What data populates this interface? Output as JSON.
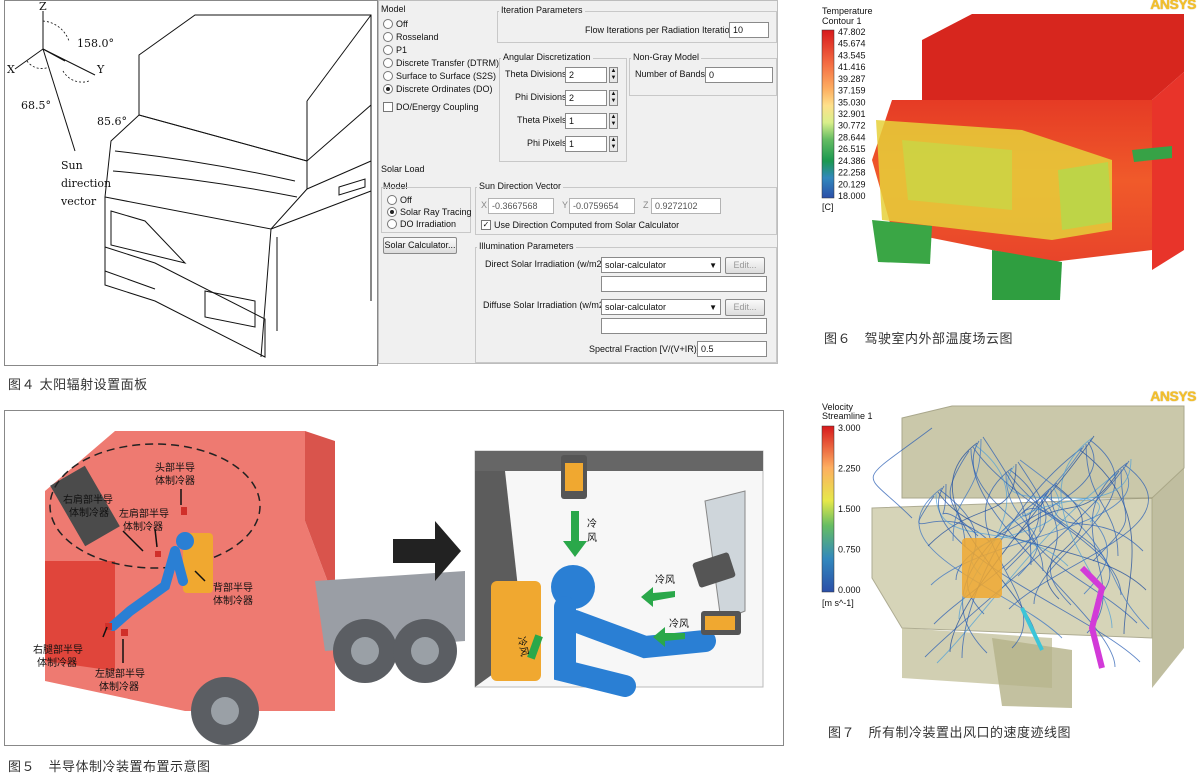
{
  "fig4": {
    "caption": "图４ 太阳辐射设置面板",
    "drawing": {
      "axis_z": "Z",
      "axis_x": "X",
      "axis_y": "Y",
      "angle_1": "158.0°",
      "angle_2": "68.5°",
      "angle_3": "85.6°",
      "sun_label_1": "Sun",
      "sun_label_2": "direction",
      "sun_label_3": "vector"
    },
    "panel": {
      "model_title": "Model",
      "model_options": [
        "Off",
        "Rosseland",
        "P1",
        "Discrete Transfer (DTRM)",
        "Surface to Surface (S2S)",
        "Discrete Ordinates (DO)"
      ],
      "model_selected": 5,
      "do_energy_coupling": "DO/Energy Coupling",
      "iteration_title": "Iteration Parameters",
      "flow_iterations_label": "Flow Iterations per Radiation Iteration",
      "flow_iterations_value": "10",
      "angular_title": "Angular Discretization",
      "theta_divisions_label": "Theta Divisions",
      "theta_divisions_value": "2",
      "phi_divisions_label": "Phi Divisions",
      "phi_divisions_value": "2",
      "theta_pixels_label": "Theta Pixels",
      "theta_pixels_value": "1",
      "phi_pixels_label": "Phi Pixels",
      "phi_pixels_value": "1",
      "nongray_title": "Non-Gray Model",
      "number_of_bands_label": "Number of Bands",
      "number_of_bands_value": "0",
      "solar_load_title": "Solar Load",
      "solar_model_title": "Model",
      "solar_options": [
        "Off",
        "Solar Ray Tracing",
        "DO Irradiation"
      ],
      "solar_selected": 1,
      "solar_calculator_button": "Solar Calculator...",
      "sun_dir_title": "Sun Direction Vector",
      "sun_x_label": "X",
      "sun_x_value": "-0.3667568",
      "sun_y_label": "Y",
      "sun_y_value": "-0.0759654",
      "sun_z_label": "Z",
      "sun_z_value": "0.9272102",
      "use_direction_label": "Use Direction Computed from Solar Calculator",
      "illumination_title": "Illumination Parameters",
      "direct_label": "Direct Solar Irradiation (w/m2)",
      "direct_value": "solar-calculator",
      "diffuse_label": "Diffuse Solar Irradiation (w/m2)",
      "diffuse_value": "solar-calculator",
      "edit_button": "Edit...",
      "spectral_label": "Spectral Fraction [V/(V+IR)]",
      "spectral_value": "0.5"
    }
  },
  "fig5": {
    "caption": "图５　半导体制冷装置布置示意图",
    "labels": {
      "head_1": "头部半导",
      "head_2": "体制冷器",
      "rshoulder_1": "右肩部半导",
      "rshoulder_2": "体制冷器",
      "lshoulder_1": "左肩部半导",
      "lshoulder_2": "体制冷器",
      "back_1": "背部半导",
      "back_2": "体制冷器",
      "rleg_1": "右腿部半导",
      "rleg_2": "体制冷器",
      "lleg_1": "左腿部半导",
      "lleg_2": "体制冷器",
      "cold_air_a": "冷",
      "cold_air_b": "风",
      "cold_air_full": "冷风"
    }
  },
  "fig6": {
    "caption": "图６　驾驶室内外部温度场云图",
    "logo": "ANSYS",
    "legend_title_1": "Temperature",
    "legend_title_2": "Contour 1",
    "unit": "[C]",
    "ticks": [
      "47.802",
      "45.674",
      "43.545",
      "41.416",
      "39.287",
      "37.159",
      "35.030",
      "32.901",
      "30.772",
      "28.644",
      "26.515",
      "24.386",
      "22.258",
      "20.129",
      "18.000"
    ]
  },
  "fig7": {
    "caption": "图７　所有制冷装置出风口的速度迹线图",
    "logo": "ANSYS",
    "legend_title_1": "Velocity",
    "legend_title_2": "Streamline 1",
    "unit": "[m s^-1]",
    "ticks": [
      "3.000",
      "2.250",
      "1.500",
      "0.750",
      "0.000"
    ]
  },
  "colors": {
    "cab_red": "#e8382a",
    "contour_high": "#d7191c",
    "contour_low": "#2b4fa8",
    "seat_orange": "#f0a830",
    "manikin_blue": "#2a7fd4",
    "arrow_green": "#2aa84a",
    "streamline_blue": "#2b5fb4"
  }
}
